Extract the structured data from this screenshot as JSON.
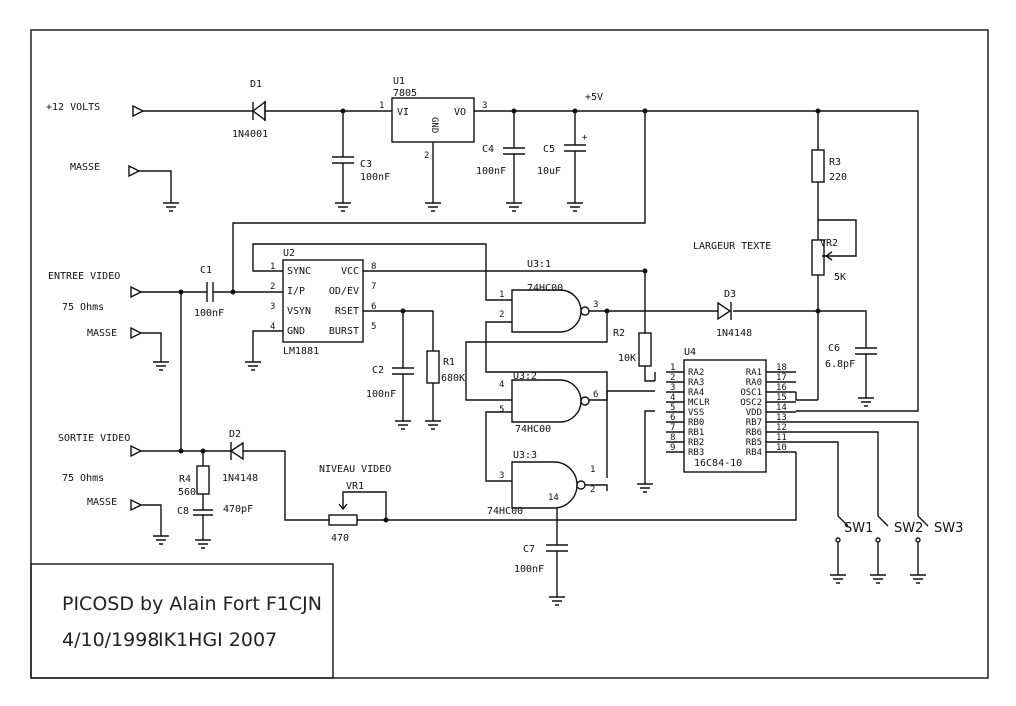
{
  "title_block": {
    "line1": "PICOSD by Alain Fort F1CJN",
    "line2": "4/10/1998",
    "line3": "IK1HGI 2007"
  },
  "nets": {
    "v12": "+12 VOLTS",
    "v5": "+5V",
    "masse": "MASSE",
    "entree_video": "ENTREE VIDEO",
    "sortie_video": "SORTIE VIDEO",
    "ohms75": "75 Ohms",
    "largeur": "LARGEUR TEXTE",
    "niveau": "NIVEAU VIDEO"
  },
  "components": {
    "D1": {
      "ref": "D1",
      "value": "1N4001"
    },
    "U1": {
      "ref": "U1",
      "value": "7805",
      "vi": "VI",
      "vo": "VO",
      "gnd": "GND",
      "p1": "1",
      "p2": "2",
      "p3": "3"
    },
    "C3": {
      "ref": "C3",
      "value": "100nF"
    },
    "C4": {
      "ref": "C4",
      "value": "100nF"
    },
    "C5": {
      "ref": "C5",
      "value": "10uF"
    },
    "R3": {
      "ref": "R3",
      "value": "220"
    },
    "VR2": {
      "ref": "VR2",
      "value": "5K"
    },
    "C1": {
      "ref": "C1",
      "value": "100nF"
    },
    "U2": {
      "ref": "U2",
      "value": "LM1881",
      "left": [
        "SYNC",
        "I/P",
        "VSYN",
        "GND"
      ],
      "right": [
        "VCC",
        "OD/EV",
        "RSET",
        "BURST"
      ],
      "lpins": [
        "1",
        "2",
        "3",
        "4"
      ],
      "rpins": [
        "8",
        "7",
        "6",
        "5"
      ]
    },
    "C2": {
      "ref": "C2",
      "value": "100nF"
    },
    "R1": {
      "ref": "R1",
      "value": "680K"
    },
    "U3_1": {
      "ref": "U3:1",
      "value": "74HC00",
      "p1": "1",
      "p2": "2",
      "p3": "3"
    },
    "U3_2": {
      "ref": "U3:2",
      "value": "74HC00",
      "p1": "4",
      "p2": "5",
      "p3": "6"
    },
    "U3_3": {
      "ref": "U3:3",
      "value": "74HC00",
      "p1": "1",
      "p2": "2",
      "p3": "3",
      "p14": "14"
    },
    "R2": {
      "ref": "R2",
      "value": "10K"
    },
    "D3": {
      "ref": "D3",
      "value": "1N4148"
    },
    "C6": {
      "ref": "C6",
      "value": "6.8pF"
    },
    "U4": {
      "ref": "U4",
      "value": "16C84-10",
      "left": [
        "RA2",
        "RA3",
        "RA4",
        "MCLR",
        "VSS",
        "RB0",
        "RB1",
        "RB2",
        "RB3"
      ],
      "right": [
        "RA1",
        "RA0",
        "OSC1",
        "OSC2",
        "VDD",
        "RB7",
        "RB6",
        "RB5",
        "RB4"
      ],
      "lpins": [
        "1",
        "2",
        "3",
        "4",
        "5",
        "6",
        "7",
        "8",
        "9"
      ],
      "rpins": [
        "18",
        "17",
        "16",
        "15",
        "14",
        "13",
        "12",
        "11",
        "10"
      ]
    },
    "D2": {
      "ref": "D2",
      "value": "1N4148"
    },
    "R4": {
      "ref": "R4",
      "value": "560"
    },
    "C8": {
      "ref": "C8",
      "value": "470pF"
    },
    "VR1": {
      "ref": "VR1",
      "value": "470"
    },
    "C7": {
      "ref": "C7",
      "value": "100nF"
    },
    "SW1": {
      "ref": "SW1"
    },
    "SW2": {
      "ref": "SW2"
    },
    "SW3": {
      "ref": "SW3"
    }
  }
}
